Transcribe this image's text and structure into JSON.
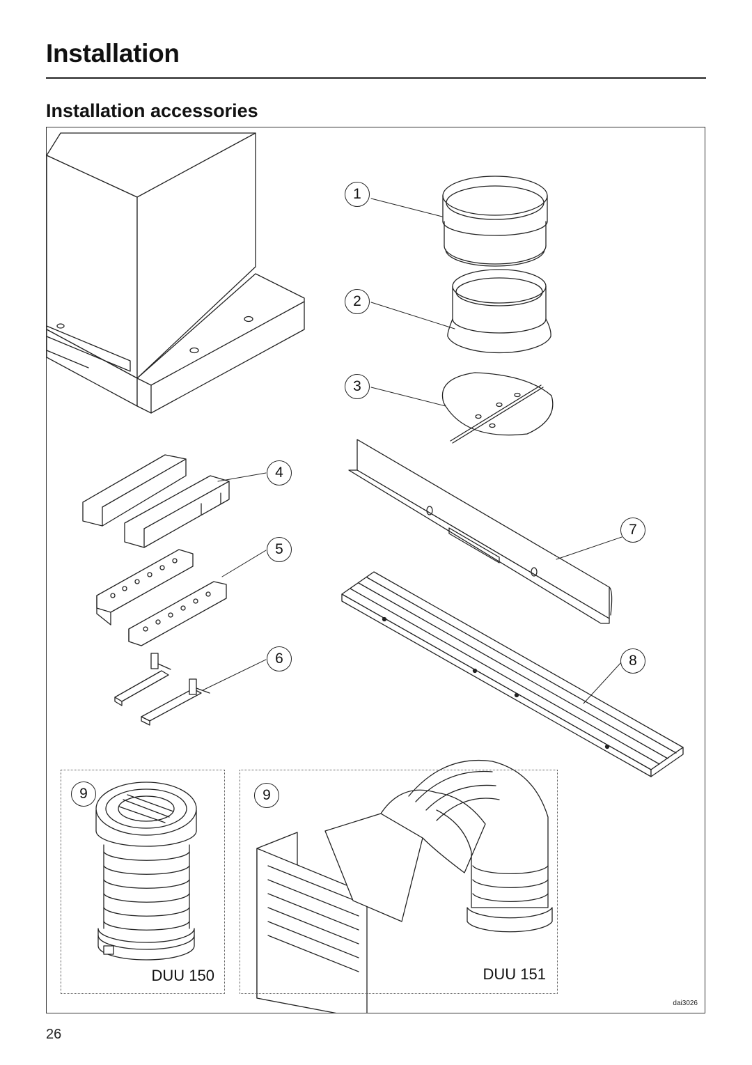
{
  "header": {
    "title": "Installation",
    "section_title": "Installation accessories"
  },
  "figure": {
    "code": "dai3026",
    "models": [
      "DUU 150",
      "DUU 151"
    ],
    "callouts": [
      "1",
      "2",
      "3",
      "4",
      "5",
      "6",
      "7",
      "8",
      "9",
      "9"
    ]
  },
  "footer": {
    "page_number": "26"
  }
}
